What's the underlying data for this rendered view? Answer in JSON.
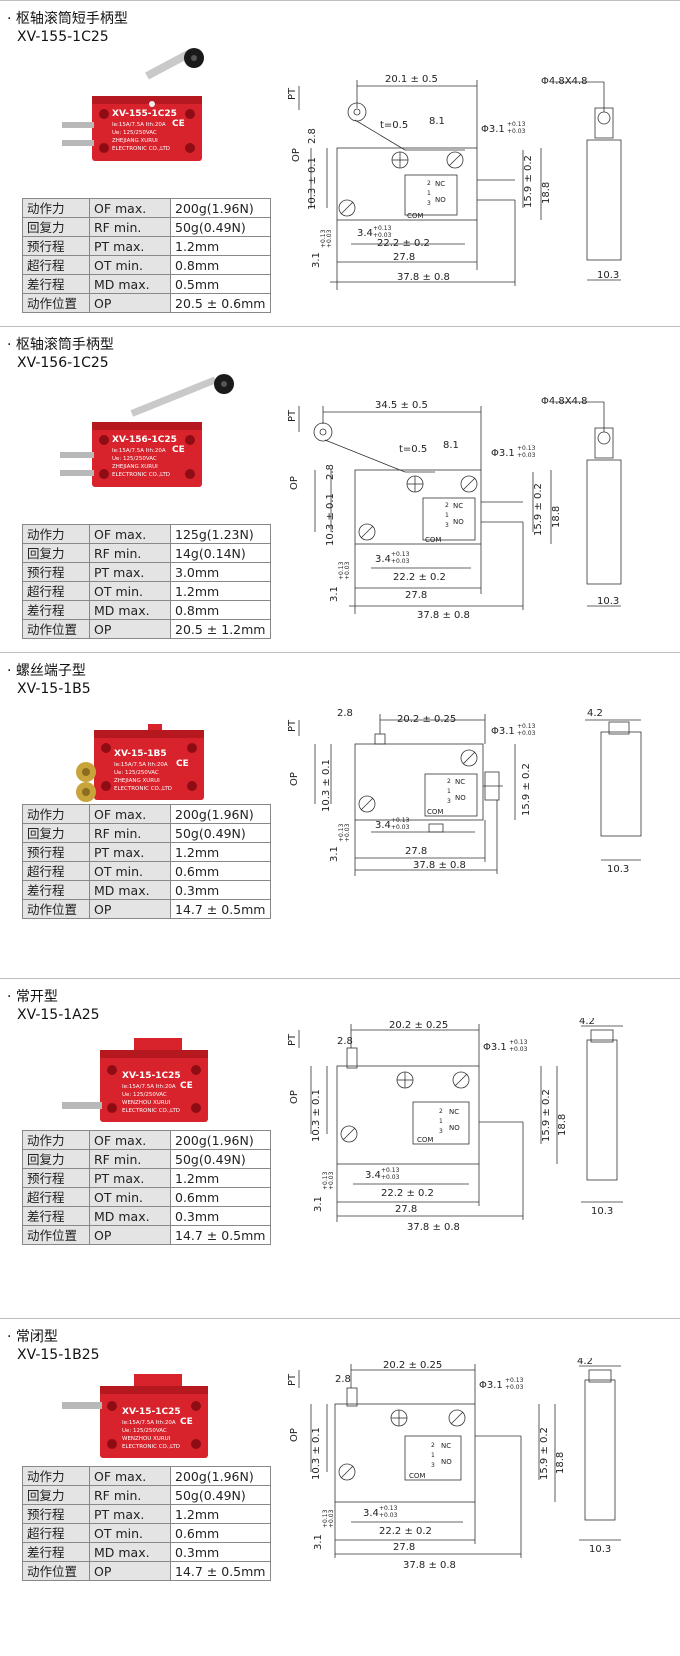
{
  "sections": [
    {
      "title": "· 枢轴滚筒短手柄型",
      "model": "XV-155-1C25",
      "product_print": {
        "model": "XV-155-1C25",
        "rating": "Ie:15A/7.5A Ith:20A",
        "voltage": "Ue: 125/250VAC",
        "maker1": "ZHEJIANG XURUI",
        "maker2": "ELECTRONIC CO.,LTD",
        "mark": "CE"
      },
      "specs": [
        {
          "name": "动作力",
          "sym": "OF max.",
          "value": "200g(1.96N)"
        },
        {
          "name": "回复力",
          "sym": "RF min.",
          "value": "50g(0.49N)"
        },
        {
          "name": "预行程",
          "sym": "PT max.",
          "value": "1.2mm"
        },
        {
          "name": "超行程",
          "sym": "OT min.",
          "value": "0.8mm"
        },
        {
          "name": "差行程",
          "sym": "MD max.",
          "value": "0.5mm"
        },
        {
          "name": "动作位置",
          "sym": "OP",
          "value": "20.5 ± 0.6mm"
        }
      ],
      "dims": {
        "top": "20.1 ± 0.5",
        "t": "t=0.5",
        "d81": "8.1",
        "hole": "Φ3.1",
        "hole_tol_up": "+0.13",
        "hole_tol_dn": "+0.03",
        "h103": "10.3 ± 0.1",
        "h28": "2.8",
        "h159": "15.9 ± 0.2",
        "h188": "18.8",
        "d34": "3.4",
        "d34_up": "+0.13",
        "d34_dn": "+0.03",
        "d222": "22.2 ± 0.2",
        "d278": "27.8",
        "d378": "37.8 ± 0.8",
        "d31": "3.1",
        "d31_up": "+0.13",
        "d31_dn": "+0.03",
        "pt": "PT",
        "op": "OP",
        "nc": "NC",
        "no": "NO",
        "com": "COM",
        "n1": "1",
        "n2": "2",
        "n3": "3",
        "side_top": "Φ4.8X4.8",
        "side_w": "10.3"
      }
    },
    {
      "title": "· 枢轴滚筒手柄型",
      "model": "XV-156-1C25",
      "product_print": {
        "model": "XV-156-1C25",
        "rating": "Ie:15A/7.5A Ith:20A",
        "voltage": "Ue: 125/250VAC",
        "maker1": "ZHEJIANG XURUI",
        "maker2": "ELECTRONIC CO.,LTD",
        "mark": "CE"
      },
      "specs": [
        {
          "name": "动作力",
          "sym": "OF max.",
          "value": "125g(1.23N)"
        },
        {
          "name": "回复力",
          "sym": "RF min.",
          "value": "14g(0.14N)"
        },
        {
          "name": "预行程",
          "sym": "PT max.",
          "value": "3.0mm"
        },
        {
          "name": "超行程",
          "sym": "OT min.",
          "value": "1.2mm"
        },
        {
          "name": "差行程",
          "sym": "MD max.",
          "value": "0.8mm"
        },
        {
          "name": "动作位置",
          "sym": "OP",
          "value": "20.5 ± 1.2mm"
        }
      ],
      "dims": {
        "top": "34.5 ± 0.5",
        "t": "t=0.5",
        "d81": "8.1",
        "hole": "Φ3.1",
        "hole_tol_up": "+0.13",
        "hole_tol_dn": "+0.03",
        "h103": "10.3 ± 0.1",
        "h28": "2.8",
        "h159": "15.9 ± 0.2",
        "h188": "18.8",
        "d34": "3.4",
        "d34_up": "+0.13",
        "d34_dn": "+0.03",
        "d222": "22.2 ± 0.2",
        "d278": "27.8",
        "d378": "37.8 ± 0.8",
        "d31": "3.1",
        "d31_up": "+0.13",
        "d31_dn": "+0.03",
        "pt": "PT",
        "op": "OP",
        "nc": "NC",
        "no": "NO",
        "com": "COM",
        "n1": "1",
        "n2": "2",
        "n3": "3",
        "side_top": "Φ4.8X4.8",
        "side_w": "10.3"
      }
    },
    {
      "title": "· 螺丝端子型",
      "model": "XV-15-1B5",
      "product_print": {
        "model": "XV-15-1B5",
        "rating": "Ie:15A/7.5A Ith:20A",
        "voltage": "Ue: 125/250VAC",
        "maker1": "ZHEJIANG XURUI",
        "maker2": "ELECTRONIC CO.,LTD",
        "mark": "CE"
      },
      "specs": [
        {
          "name": "动作力",
          "sym": "OF max.",
          "value": "200g(1.96N)"
        },
        {
          "name": "回复力",
          "sym": "RF min.",
          "value": "50g(0.49N)"
        },
        {
          "name": "预行程",
          "sym": "PT max.",
          "value": "1.2mm"
        },
        {
          "name": "超行程",
          "sym": "OT min.",
          "value": "0.6mm"
        },
        {
          "name": "差行程",
          "sym": "MD max.",
          "value": "0.3mm"
        },
        {
          "name": "动作位置",
          "sym": "OP",
          "value": "14.7 ± 0.5mm"
        }
      ],
      "dims": {
        "top": "20.2 ± 0.25",
        "t": "",
        "d81": "",
        "d28top": "2.8",
        "hole": "Φ3.1",
        "hole_tol_up": "+0.13",
        "hole_tol_dn": "+0.03",
        "h103": "10.3 ± 0.1",
        "h28": "",
        "h159": "15.9 ± 0.2",
        "h188": "",
        "d34": "3.4",
        "d34_up": "+0.13",
        "d34_dn": "+0.03",
        "d222": "",
        "d278": "27.8",
        "d378": "37.8 ± 0.8",
        "d31": "3.1",
        "d31_up": "+0.13",
        "d31_dn": "+0.03",
        "pt": "PT",
        "op": "OP",
        "nc": "NC",
        "no": "NO",
        "com": "COM",
        "n1": "1",
        "n2": "2",
        "n3": "3",
        "side_top": "4.2",
        "side_w": "10.3"
      }
    },
    {
      "title": "· 常开型",
      "model": "XV-15-1A25",
      "product_print": {
        "model": "XV-15-1C25",
        "rating": "Ie:15A/7.5A Ith:20A",
        "voltage": "Ue: 125/250VAC",
        "maker1": "WENZHOU XURUI",
        "maker2": "ELECTRONIC CO.,LTD",
        "mark": "CE"
      },
      "specs": [
        {
          "name": "动作力",
          "sym": "OF max.",
          "value": "200g(1.96N)"
        },
        {
          "name": "回复力",
          "sym": "RF min.",
          "value": "50g(0.49N)"
        },
        {
          "name": "预行程",
          "sym": "PT max.",
          "value": "1.2mm"
        },
        {
          "name": "超行程",
          "sym": "OT min.",
          "value": "0.6mm"
        },
        {
          "name": "差行程",
          "sym": "MD max.",
          "value": "0.3mm"
        },
        {
          "name": "动作位置",
          "sym": "OP",
          "value": "14.7 ± 0.5mm"
        }
      ],
      "dims": {
        "top": "20.2 ± 0.25",
        "t": "",
        "d81": "",
        "d28top": "2.8",
        "hole": "Φ3.1",
        "hole_tol_up": "+0.13",
        "hole_tol_dn": "+0.03",
        "h103": "10.3 ± 0.1",
        "h28": "",
        "h159": "15.9 ± 0.2",
        "h188": "18.8",
        "d34": "3.4",
        "d34_up": "+0.13",
        "d34_dn": "+0.03",
        "d222": "22.2 ± 0.2",
        "d278": "27.8",
        "d378": "37.8 ± 0.8",
        "d31": "3.1",
        "d31_up": "+0.13",
        "d31_dn": "+0.03",
        "pt": "PT",
        "op": "OP",
        "nc": "NC",
        "no": "NO",
        "com": "COM",
        "n1": "1",
        "n2": "2",
        "n3": "3",
        "side_top": "4.2",
        "side_w": "10.3"
      }
    },
    {
      "title": "· 常闭型",
      "model": "XV-15-1B25",
      "product_print": {
        "model": "XV-15-1C25",
        "rating": "Ie:15A/7.5A Ith:20A",
        "voltage": "Ue: 125/250VAC",
        "maker1": "WENZHOU XURUI",
        "maker2": "ELECTRONIC CO.,LTD",
        "mark": "CE"
      },
      "specs": [
        {
          "name": "动作力",
          "sym": "OF max.",
          "value": "200g(1.96N)"
        },
        {
          "name": "回复力",
          "sym": "RF min.",
          "value": "50g(0.49N)"
        },
        {
          "name": "预行程",
          "sym": "PT max.",
          "value": "1.2mm"
        },
        {
          "name": "超行程",
          "sym": "OT min.",
          "value": "0.6mm"
        },
        {
          "name": "差行程",
          "sym": "MD max.",
          "value": "0.3mm"
        },
        {
          "name": "动作位置",
          "sym": "OP",
          "value": "14.7 ± 0.5mm"
        }
      ],
      "dims": {
        "top": "20.2 ± 0.25",
        "t": "",
        "d81": "",
        "d28top": "2.8",
        "hole": "Φ3.1",
        "hole_tol_up": "+0.13",
        "hole_tol_dn": "+0.03",
        "h103": "10.3 ± 0.1",
        "h28": "",
        "h159": "15.9 ± 0.2",
        "h188": "18.8",
        "d34": "3.4",
        "d34_up": "+0.13",
        "d34_dn": "+0.03",
        "d222": "22.2 ± 0.2",
        "d278": "27.8",
        "d378": "37.8 ± 0.8",
        "d31": "3.1",
        "d31_up": "+0.13",
        "d31_dn": "+0.03",
        "pt": "PT",
        "op": "OP",
        "nc": "NC",
        "no": "NO",
        "com": "COM",
        "n1": "1",
        "n2": "2",
        "n3": "3",
        "side_top": "4.2",
        "side_w": "10.3"
      }
    }
  ]
}
